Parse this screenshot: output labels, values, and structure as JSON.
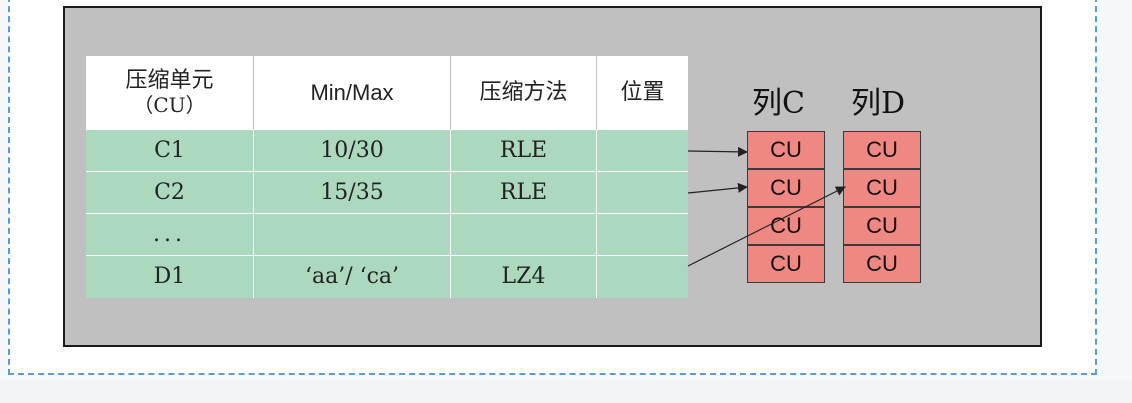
{
  "table": {
    "headers": [
      {
        "line1": "压缩单元",
        "line2": "（CU）"
      },
      {
        "line1": "Min/Max",
        "line2": ""
      },
      {
        "line1": "压缩方法",
        "line2": ""
      },
      {
        "line1": "位置",
        "line2": ""
      }
    ],
    "rows": [
      [
        "C1",
        "10/30",
        "RLE",
        ""
      ],
      [
        "C2",
        "15/35",
        "RLE",
        ""
      ],
      [
        "...",
        "",
        "",
        ""
      ],
      [
        "D1",
        "‘aa’/ ‘ca’",
        "LZ4",
        ""
      ]
    ]
  },
  "columns": [
    {
      "title": "列C",
      "blocks": [
        "CU",
        "CU",
        "CU",
        "CU"
      ]
    },
    {
      "title": "列D",
      "blocks": [
        "CU",
        "CU",
        "CU",
        "CU"
      ]
    }
  ],
  "colors": {
    "header_bg": "#ffffff",
    "row_bg": "#acd9bd",
    "cu_bg": "#ef8783",
    "panel_bg": "#c0c0c0",
    "frame_border": "#5b9bd5"
  }
}
